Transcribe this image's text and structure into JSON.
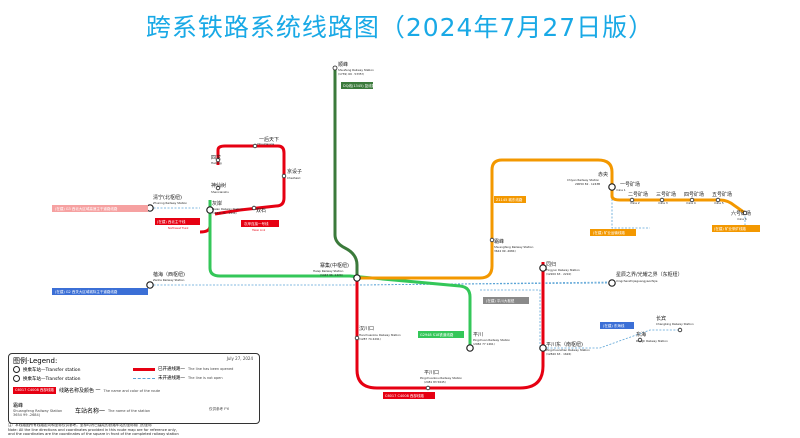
{
  "title": "跨系铁路系统线路图（2024年7月27日版）",
  "colors": {
    "red": "#e60012",
    "orange": "#f39800",
    "darkgreen": "#3b7a3b",
    "green": "#34c759",
    "blue": "#3b6fd6",
    "dash": "#5ba4d6",
    "title": "#19a9e6"
  },
  "stations": {
    "shuafeng": {
      "cn": "顺峰",
      "en": "Shuafeng Railway Station",
      "code": "(1739) 69 · 5335?)"
    },
    "yijingtianxia": {
      "cn": "一后天下",
      "en": "Yihoutianxia"
    },
    "xiaolong": {
      "cn": "四龙",
      "en": "Hailong"
    },
    "shenxian": {
      "cn": "神仙树",
      "en": "Shenxianshu"
    },
    "chezhai": {
      "cn": "京设子",
      "en": "Chezhaizi"
    },
    "haian": {
      "cn": "灰岸",
      "en": "Haian Railway Station",
      "code": "(1644) 71 · 1434)"
    },
    "shuangshi": {
      "cn": "双石",
      "en": ""
    },
    "qingning": {
      "cn": "清宁(北枢纽)",
      "en": "Zhuning Railway Station"
    },
    "beiyang": {
      "cn": "蓓海（西枢纽)",
      "en": "Zanhe Railway Station"
    },
    "xiaoyuan": {
      "cn": "寨集(中枢纽)",
      "en": "Haisp Railway Station",
      "code": "(1443 96 -1420)"
    },
    "chiyan": {
      "cn": "赤央",
      "en": "Chiyan Railway Station",
      "code": "29050 82 · 1243B"
    },
    "mine1": {
      "cn": "一号矿场",
      "en": "mine 1"
    },
    "mine2": {
      "cn": "二号矿场",
      "en": "mine 2"
    },
    "mine3": {
      "cn": "三号矿场",
      "en": "mine 3"
    },
    "mine4": {
      "cn": "四号矿场",
      "en": "mine 4"
    },
    "mine5": {
      "cn": "五号矿场",
      "en": "mine 5"
    },
    "mine6": {
      "cn": "六号矿场",
      "en": "mine 6"
    },
    "shuangfeng": {
      "cn": "霜峰",
      "en": "Shuangfeng Railway Station",
      "code": "3644 99 -2684)"
    },
    "tingyun": {
      "cn": "同归",
      "en": "Tingyun Railway Station",
      "code": "(12200 63 · 2210)"
    },
    "xingchen": {
      "cn": "星辰之界/光耀之界（东枢纽）",
      "en": "Xingchenzhijieguangyaozhijie"
    },
    "hanchuan": {
      "cn": "汉川口",
      "en": "Hanchuankou Railway Station",
      "code": "(1287 74 4291)"
    },
    "pingchuan": {
      "cn": "平川",
      "en": "Pingchuan Railway Station",
      "code": "(2082 77 1461)"
    },
    "pingchuankou": {
      "cn": "平川口",
      "en": "Pingchuankou Railway Station",
      "code": "(2481 83 5645)"
    },
    "pingchuan_south": {
      "cn": "平川东（南枢纽)",
      "en": "Pingchuanzhan Railway Station",
      "code": "(12840 63 · 1626)"
    },
    "changbin": {
      "cn": "长宾",
      "en": "Changbing Railway Station"
    },
    "dongbin": {
      "cn": "东海",
      "en": "Dongh Railway Station"
    }
  },
  "tags": {
    "green_top": "DQ线(1345) 复线数据",
    "red_left": "(在建) 西北主干线",
    "red_left_en": "Northwest Trunk",
    "red_bottom_left": "灰岸连接一号线",
    "red_bottom_left_en": "Haian Link",
    "pink_left": "(在建) G3 西北大区域高速主干道路线路",
    "blue_left": "(在建) G2 西关大区域城际主干道路线路",
    "orange_label": "Z1145 城东线路",
    "orange_mine": "(在建) 矿业运输线路",
    "orange_mine6": "(在建) 矿业采矿线路",
    "green_mid": "G2948 S18铁道线路",
    "gray_mid": "(在建) 平川大枢纽",
    "blue_right": "(在建) 东海线",
    "red_bottom": "C6017 C4008 西部线路"
  },
  "legend": {
    "title": "图例·Legend:",
    "date": "July 27, 2024",
    "transfer": "换乘车站—Transfer station",
    "transfer2": "换乘车站—Transfer station",
    "open_line": "已开通线路一",
    "open_line_en": "The line has been opened",
    "future_line": "未开通线路一",
    "future_line_en": "The line is not open",
    "line_tag": "C6017 C4008 西部线路",
    "name_color": "线路名称及颜色 一",
    "name_color_en": "The name and color of the route",
    "sample_name": "霜峰",
    "sample_en": "Shuangfeng Railway Station",
    "sample_code": "3654 99 -2684)",
    "station_name": "车站名称一",
    "station_name_en": "The name of the station",
    "ref": "仅供参考 FYI"
  },
  "notes": {
    "line1": "注：本线路图所有线路走向和坐标仅供参考。坐标均为已建成的铁路车站的坐标前门的坐标",
    "line2": "Note: All the line directions and coordinates provided in this route map are for reference only,",
    "line3": "and the coordinates are the coordinates of the square in front of the completed railway station"
  }
}
